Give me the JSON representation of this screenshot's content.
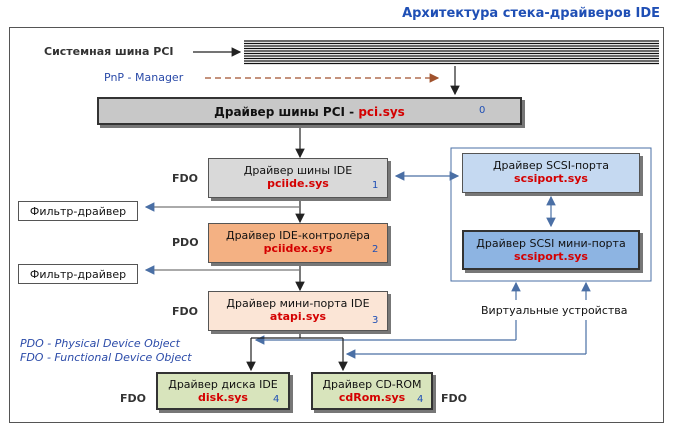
{
  "title": "Архитектура стека-драйверов IDE",
  "pci_bus_label": "Системная шина PCI",
  "pnp_label": "PnP - Manager",
  "pci_driver": {
    "text": "Драйвер шины PCI - ",
    "file": "pci.sys",
    "num": "0"
  },
  "pciide": {
    "text": "Драйвер шины IDE",
    "file": "pciide.sys",
    "num": "1",
    "role": "FDO"
  },
  "pciidex": {
    "text": "Драйвер  IDE-контролёра",
    "file": "pciidex.sys",
    "num": "2",
    "role": "PDO"
  },
  "atapi": {
    "text": "Драйвер мини-порта IDE",
    "file": "atapi.sys",
    "num": "3",
    "role": "FDO"
  },
  "scsiport": {
    "text": "Драйвер  SCSI-порта",
    "file": "scsiport.sys"
  },
  "scsimini": {
    "text": "Драйвер  SCSI мини-порта",
    "file": "scsiport.sys"
  },
  "filter1": "Фильтр-драйвер",
  "filter2": "Фильтр-драйвер",
  "virtual": "Виртуальные устройства",
  "legend": {
    "pdo": "PDO - Physical Device Object",
    "fdo": "FDO - Functional Device Object"
  },
  "disk": {
    "text": "Драйвер диска IDE",
    "file": "disk.sys",
    "num": "4",
    "role": "FDO"
  },
  "cdrom": {
    "text": "Драйвер CD-ROM",
    "file": "cdRom.sys",
    "num": "4",
    "role": "FDO"
  },
  "colors": {
    "title": "#1f4fb5",
    "file": "#d40000",
    "pci_box": "#c8c8c8",
    "ide_box": "#d9d9d9",
    "controller_box": "#f4b183",
    "mini_box": "#fbe5d6",
    "scsi_box": "#c5d9f1",
    "scsi_mini_box": "#8db4e2",
    "disk_box": "#d8e4bc",
    "pnp_arrow": "#a0522d"
  }
}
